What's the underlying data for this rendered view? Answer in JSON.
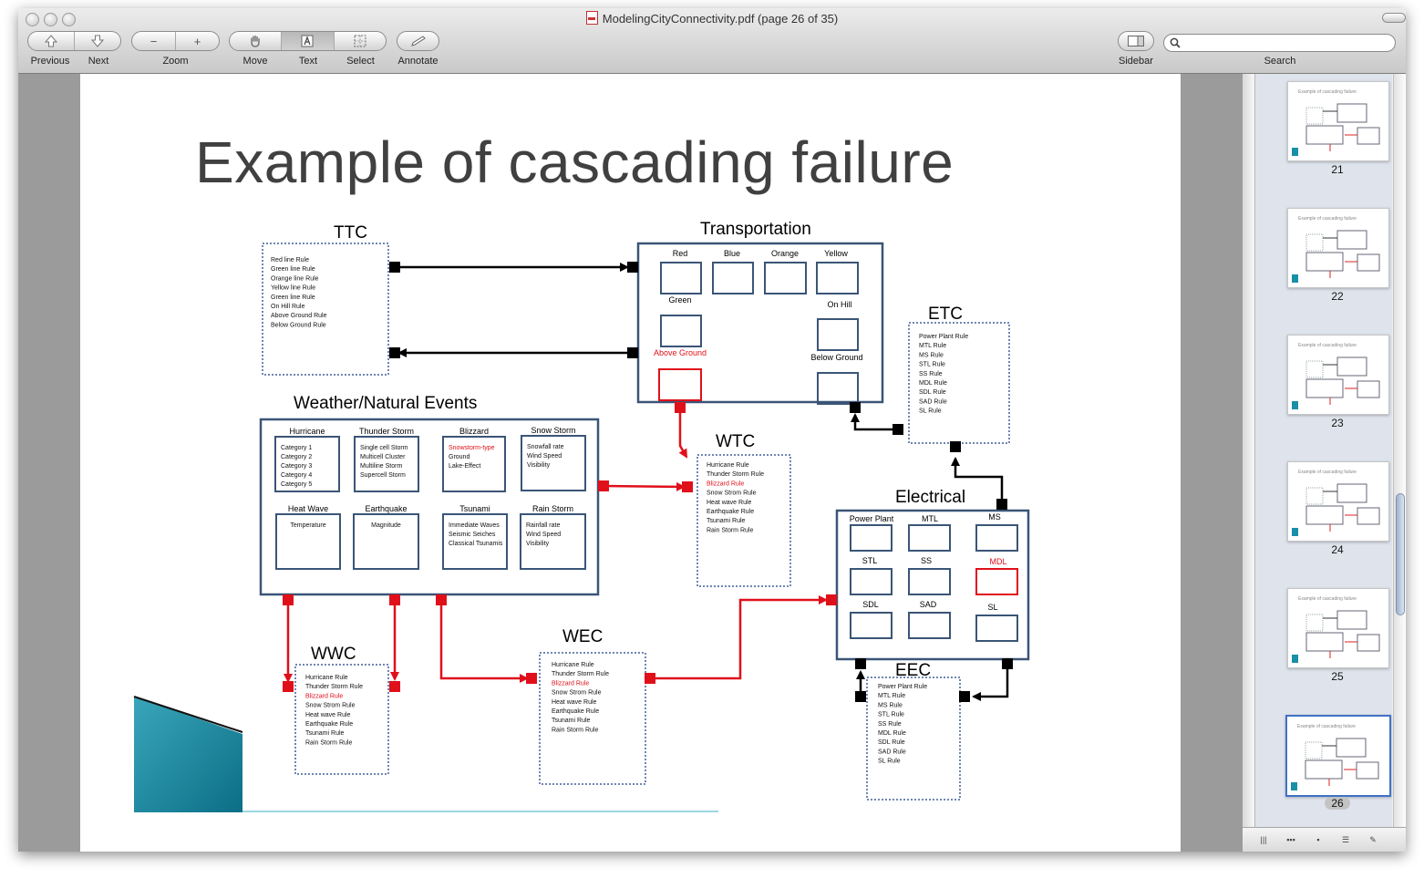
{
  "window": {
    "title": "ModelingCityConnectivity.pdf (page 26 of 35)"
  },
  "toolbar": {
    "previous_label": "Previous",
    "next_label": "Next",
    "zoom_label": "Zoom",
    "zoom_out_glyph": "−",
    "zoom_in_glyph": "+",
    "move_label": "Move",
    "text_label": "Text",
    "select_label": "Select",
    "annotate_label": "Annotate",
    "sidebar_label": "Sidebar",
    "search_label": "Search",
    "search_value": ""
  },
  "slide": {
    "title": "Example of cascading failure",
    "ttc": {
      "title": "TTC",
      "rules": [
        "Red line Rule",
        "Green line Rule",
        "Orange line Rule",
        "Yellow line Rule",
        "Green line Rule",
        "On Hill Rule",
        "Above Ground Rule",
        "Below Ground Rule"
      ]
    },
    "transportation": {
      "title": "Transportation",
      "boxes": [
        "Red",
        "Blue",
        "Orange",
        "Yellow",
        "Green",
        "On Hill",
        "Above Ground",
        "Below Ground"
      ]
    },
    "etc": {
      "title": "ETC",
      "rules": [
        "Power Plant Rule",
        "MTL Rule",
        "MS Rule",
        "STL Rule",
        "SS Rule",
        "MDL Rule",
        "SDL Rule",
        "SAD Rule",
        "SL Rule"
      ]
    },
    "weather": {
      "title": "Weather/Natural Events",
      "hurricane": {
        "label": "Hurricane",
        "items": [
          "Category 1",
          "Category 2",
          "Category 3",
          "Category 4",
          "Category 5"
        ]
      },
      "thunder": {
        "label": "Thunder Storm",
        "items": [
          "Single cell Storm",
          "Multicell Cluster",
          "Multiline Storm",
          "Supercell Storm"
        ]
      },
      "blizzard": {
        "label": "Blizzard",
        "items": [
          "Snowstorm-type",
          "Ground",
          "Lake-Effect"
        ]
      },
      "snow": {
        "label": "Snow Storm",
        "items": [
          "Snowfall rate",
          "Wind Speed",
          "Visibility"
        ]
      },
      "heat": {
        "label": "Heat Wave",
        "items": [
          "Temperature"
        ]
      },
      "quake": {
        "label": "Earthquake",
        "items": [
          "Magnitude"
        ]
      },
      "tsunami": {
        "label": "Tsunami",
        "items": [
          "Immediate Waves",
          "Seismic Seiches",
          "Classical Tsunamis"
        ]
      },
      "rain": {
        "label": "Rain Storm",
        "items": [
          "Rainfall rate",
          "Wind Speed",
          "Visibility"
        ]
      }
    },
    "wtc": {
      "title": "WTC",
      "rules": [
        "Hurricane Rule",
        "Thunder Storm Rule",
        "Blizzard Rule",
        "Snow Strom Rule",
        "Heat wave Rule",
        "Earthquake Rule",
        "Tsunami Rule",
        "Rain Storm Rule"
      ]
    },
    "electrical": {
      "title": "Electrical",
      "boxes": [
        "Power Plant",
        "MTL",
        "MS",
        "STL",
        "SS",
        "MDL",
        "SDL",
        "SAD",
        "SL"
      ]
    },
    "wwc": {
      "title": "WWC",
      "rules": [
        "Hurricane Rule",
        "Thunder Storm Rule",
        "Blizzard Rule",
        "Snow Strom Rule",
        "Heat wave Rule",
        "Earthquake Rule",
        "Tsunami Rule",
        "Rain Storm Rule"
      ]
    },
    "wec": {
      "title": "WEC",
      "rules": [
        "Hurricane Rule",
        "Thunder Storm Rule",
        "Blizzard Rule",
        "Snow Strom Rule",
        "Heat wave Rule",
        "Earthquake Rule",
        "Tsunami Rule",
        "Rain Storm Rule"
      ]
    },
    "eec": {
      "title": "EEC",
      "rules": [
        "Power Plant Rule",
        "MTL Rule",
        "MS Rule",
        "STL Rule",
        "SS Rule",
        "MDL Rule",
        "SDL Rule",
        "SAD Rule",
        "SL Rule"
      ]
    }
  },
  "thumbnails": [
    {
      "page": "21",
      "caption": "Example of cascading failure"
    },
    {
      "page": "22",
      "caption": "Example of cascading failure"
    },
    {
      "page": "23",
      "caption": "Example of cascading failure"
    },
    {
      "page": "24",
      "caption": "Example of cascading failure"
    },
    {
      "page": "25",
      "caption": "Example of cascading failure"
    },
    {
      "page": "26",
      "caption": "Example of cascading failure"
    }
  ],
  "current_page": "26",
  "colors": {
    "accent_red": "#e0101a",
    "box_navy": "#3a5577",
    "dotted_blue": "#6f86b3",
    "selection_blue": "#3f72c6"
  }
}
